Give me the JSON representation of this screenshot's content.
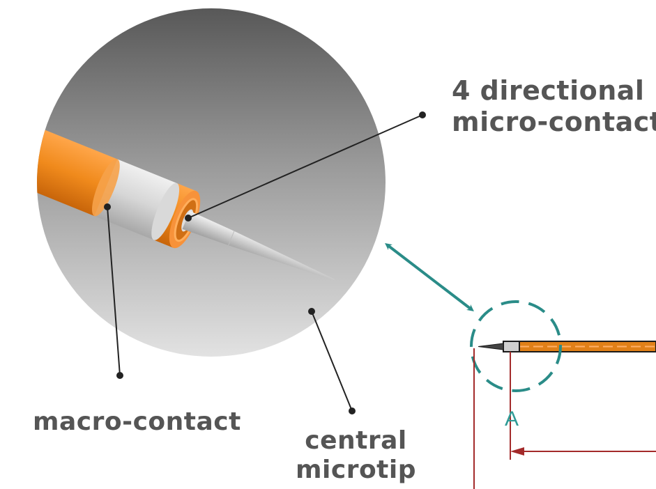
{
  "labels": {
    "directional_line1": "4 directional",
    "directional_line2": "micro-contacts",
    "macro_contact": "macro-contact",
    "central_line1": "central",
    "central_line2": "microtip",
    "detail_letter": "A"
  },
  "colors": {
    "label_text": "#555555",
    "orange": "#f08a1c",
    "teal": "#2a8c88",
    "dimension_red": "#a32a2a",
    "leader_line": "#222222"
  }
}
